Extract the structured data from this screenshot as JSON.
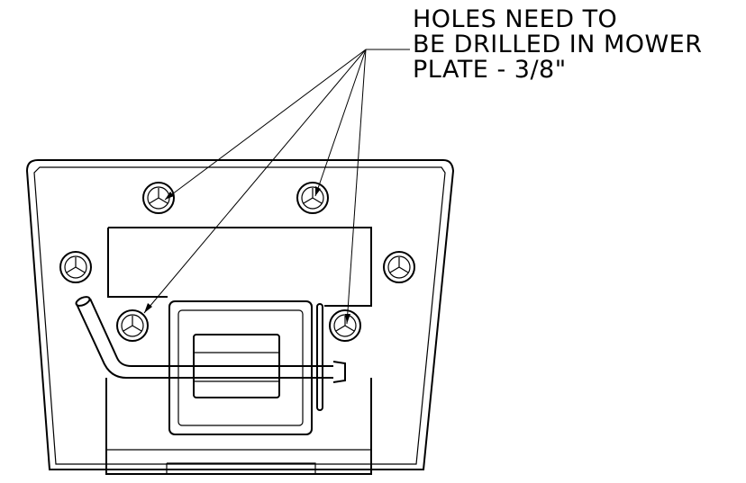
{
  "note": {
    "lines": [
      "HOLES NEED TO",
      "BE DRILLED IN MOWER",
      "PLATE - 3/8\""
    ]
  }
}
